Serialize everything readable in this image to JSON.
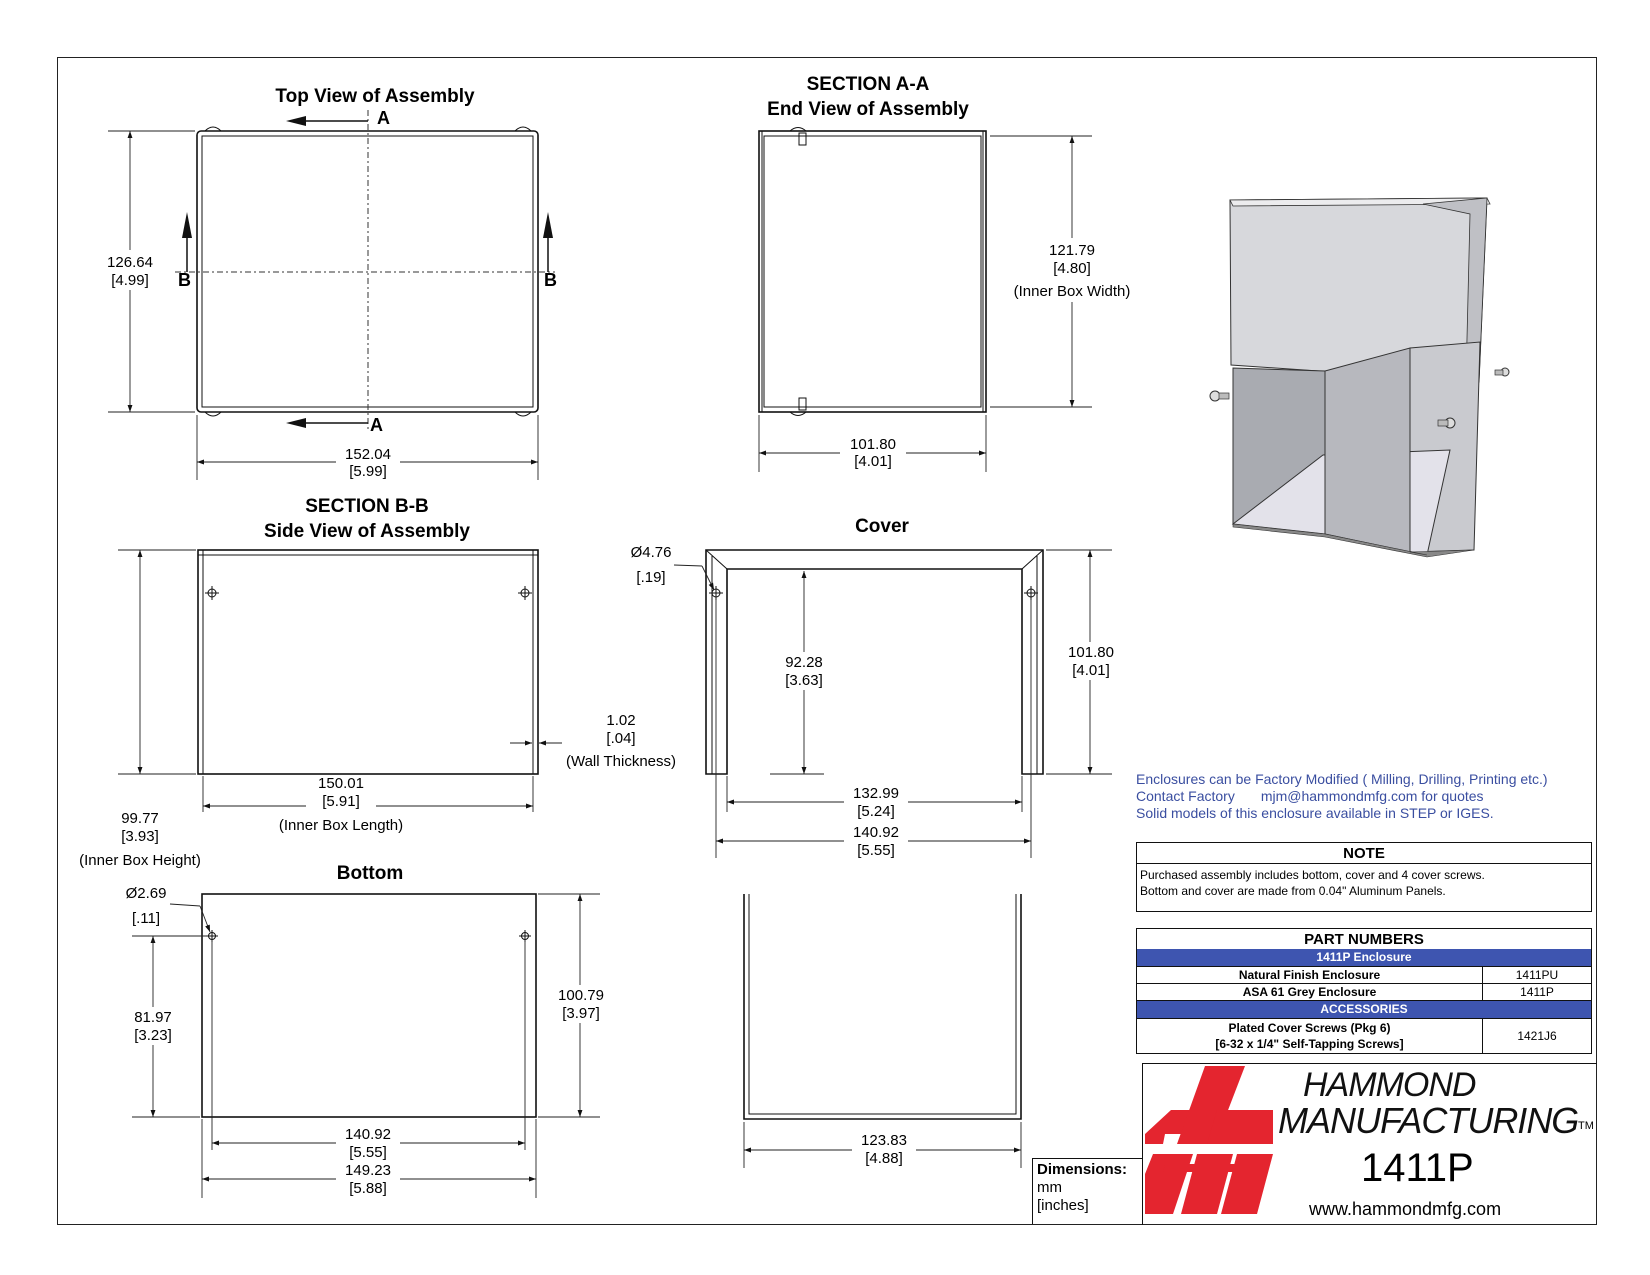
{
  "views": {
    "top": {
      "title": "Top View of Assembly",
      "section_marks": [
        "A",
        "A",
        "B",
        "B"
      ],
      "dims": [
        {
          "mm": "126.64",
          "in": "[4.99]"
        },
        {
          "mm": "152.04",
          "in": "[5.99]"
        }
      ]
    },
    "end": {
      "title_line1": "SECTION A-A",
      "title_line2": "End View of Assembly",
      "dims": [
        {
          "mm": "121.79",
          "in": "[4.80]",
          "note": "(Inner Box Width)"
        },
        {
          "mm": "101.80",
          "in": "[4.01]"
        }
      ]
    },
    "side": {
      "title_line1": "SECTION B-B",
      "title_line2": "Side View of Assembly",
      "dims": [
        {
          "mm": "99.77",
          "in": "[3.93]",
          "note": "(Inner Box Height)"
        },
        {
          "mm": "150.01",
          "in": "[5.91]",
          "note": "(Inner Box Length)"
        },
        {
          "mm": "1.02",
          "in": "[.04]",
          "note": "(Wall Thickness)"
        }
      ]
    },
    "cover": {
      "title": "Cover",
      "dims": [
        {
          "mm": "Ø4.76",
          "in": "[.19]"
        },
        {
          "mm": "92.28",
          "in": "[3.63]"
        },
        {
          "mm": "101.80",
          "in": "[4.01]"
        },
        {
          "mm": "132.99",
          "in": "[5.24]"
        },
        {
          "mm": "140.92",
          "in": "[5.55]"
        }
      ]
    },
    "bottom": {
      "title": "Bottom",
      "dims": [
        {
          "mm": "Ø2.69",
          "in": "[.11]"
        },
        {
          "mm": "81.97",
          "in": "[3.23]"
        },
        {
          "mm": "100.79",
          "in": "[3.97]"
        },
        {
          "mm": "140.92",
          "in": "[5.55]"
        },
        {
          "mm": "149.23",
          "in": "[5.88]"
        }
      ]
    },
    "bottom_front": {
      "dims": [
        {
          "mm": "123.83",
          "in": "[4.88]"
        }
      ]
    }
  },
  "notes": {
    "line1": "Enclosures can be Factory Modified ( Milling, Drilling, Printing etc.)",
    "line2_label": "Contact Factory",
    "line2_email": "mjm@hammondmfg.com for quotes",
    "line3": "Solid models of this enclosure available in STEP or IGES."
  },
  "note_table": {
    "header": "NOTE",
    "line1": "Purchased assembly includes bottom, cover and 4 cover screws.",
    "line2": "Bottom and cover are made from 0.04\" Aluminum Panels."
  },
  "part_numbers": {
    "header": "PART NUMBERS",
    "section1": "1411P Enclosure",
    "rows1": [
      {
        "desc": "Natural Finish Enclosure",
        "part": "1411PU"
      },
      {
        "desc": "ASA 61 Grey Enclosure",
        "part": "1411P"
      }
    ],
    "section2": "ACCESSORIES",
    "acc_desc1": "Plated Cover Screws (Pkg 6)",
    "acc_desc2": "[6-32 x 1/4\" Self-Tapping Screws]",
    "acc_part": "1421J6"
  },
  "dimensions_box": {
    "label": "Dimensions:",
    "unit1": "mm",
    "unit2": "[inches]"
  },
  "title_block": {
    "brand_line1": "HAMMOND",
    "brand_line2": "MANUFACTURING",
    "tm": "TM",
    "model": "1411P",
    "url": "www.hammondmfg.com"
  },
  "colors": {
    "logo_red": "#e4252f",
    "table_bar": "#3e55b0",
    "note_text": "#3a4ea0",
    "iso_cover": "#d7d8dc",
    "iso_bottom": "#c9cacf"
  }
}
